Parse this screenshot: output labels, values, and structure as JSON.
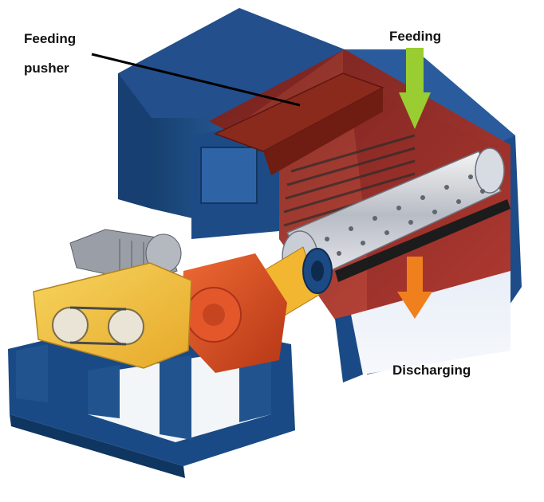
{
  "labels": {
    "feeding_pusher_line1": "Feeding",
    "feeding_pusher_line2": "pusher",
    "feeding": "Feeding",
    "discharging": "Discharging"
  },
  "colors": {
    "machine_blue": "#1f4f8f",
    "chamber_red": "#9b2a1e",
    "feed_arrow": "#9acd32",
    "discharge_arrow": "#f07f1d",
    "gearbox_orange": "#d9481f",
    "belt_guard_yellow": "#f0c23c",
    "coupling_yellow": "#f2b630"
  },
  "icons": {
    "feed_arrow": "arrow-down-icon",
    "discharge_arrow": "arrow-down-icon"
  }
}
